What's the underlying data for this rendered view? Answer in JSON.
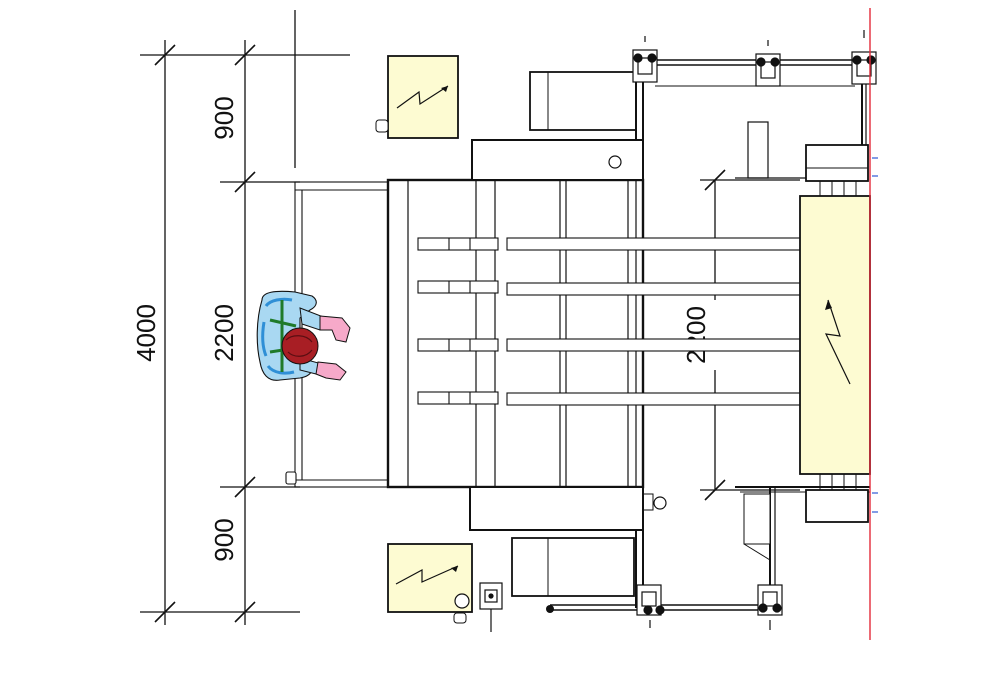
{
  "drawing": {
    "dimensions": {
      "overall": "4000",
      "top_segment": "900",
      "middle_segment": "2200",
      "bottom_segment": "900",
      "inner_span": "2200"
    },
    "colors": {
      "line": "#111111",
      "panel_fill": "#fdfbd2",
      "edge_line": "#e32b3a",
      "operator_body": "#a9d8f2",
      "operator_body_accent": "#2f8fd6",
      "operator_head": "#a81e24",
      "operator_hands": "#f6a9c9",
      "operator_strap": "#1f7a2a"
    },
    "icons": {
      "control_panels": "lightning-bolt-icon",
      "operator": "worker-top-view-icon"
    }
  }
}
